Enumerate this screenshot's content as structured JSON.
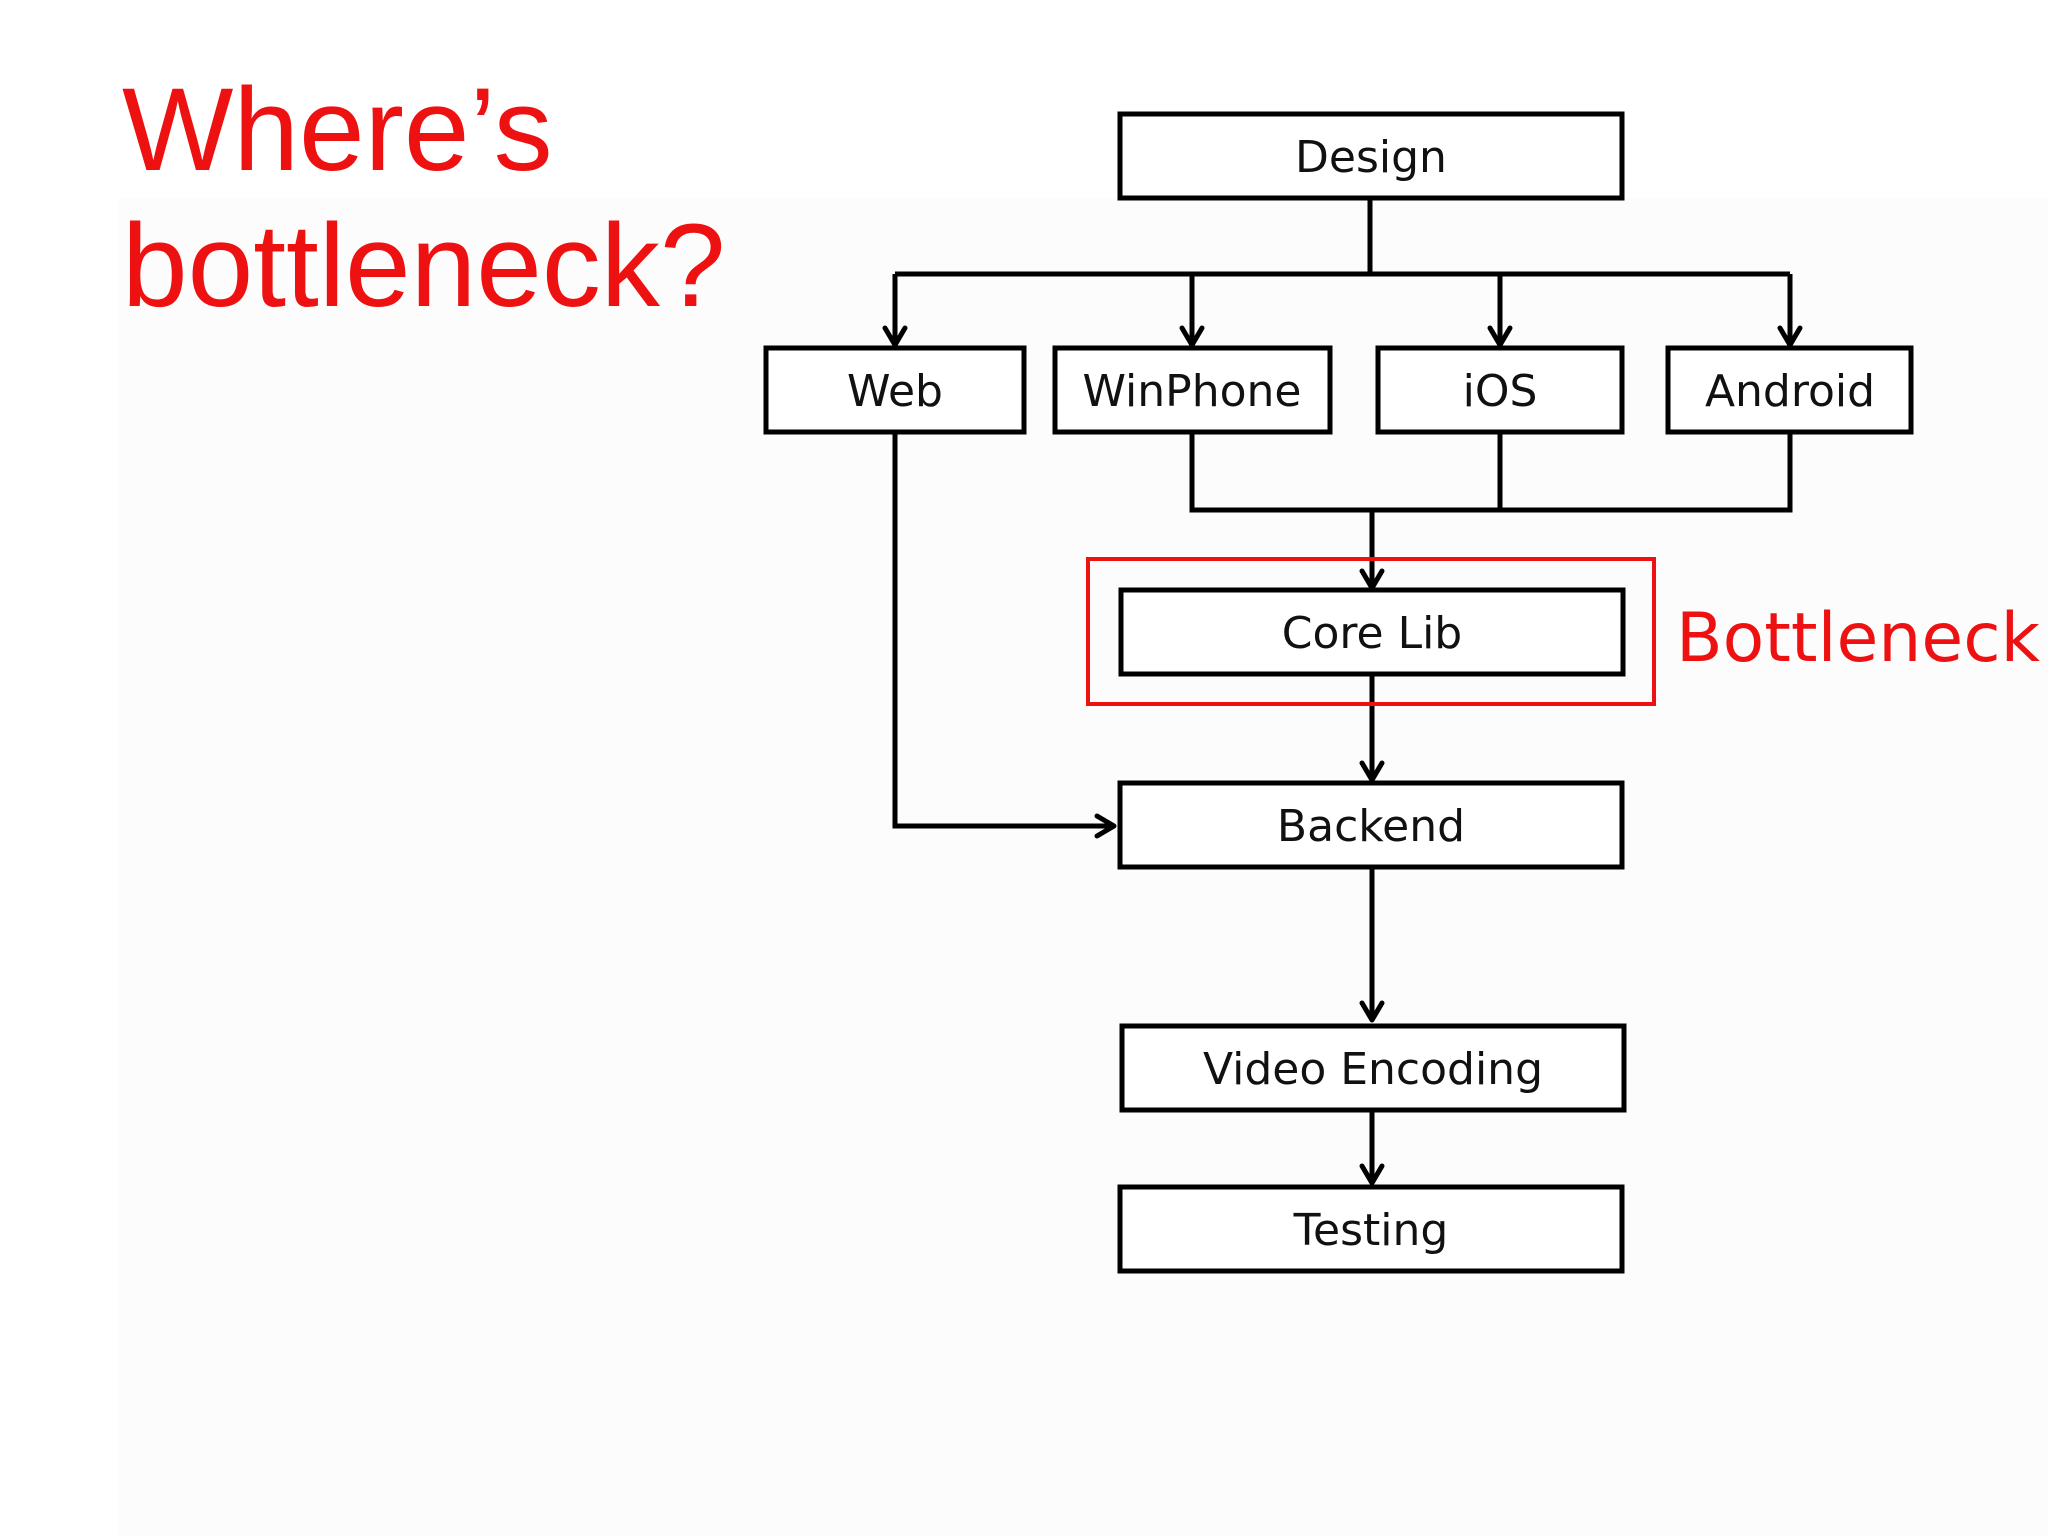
{
  "title": "Where’s\nbottleneck?",
  "nodes": {
    "design": "Design",
    "web": "Web",
    "winphone": "WinPhone",
    "ios": "iOS",
    "android": "Android",
    "core_lib": "Core Lib",
    "backend": "Backend",
    "video_encoding": "Video Encoding",
    "testing": "Testing"
  },
  "highlight": {
    "label": "Bottleneck",
    "target": "core_lib"
  },
  "colors": {
    "accent": "#ee1111",
    "line": "#000000",
    "text": "#111111"
  }
}
